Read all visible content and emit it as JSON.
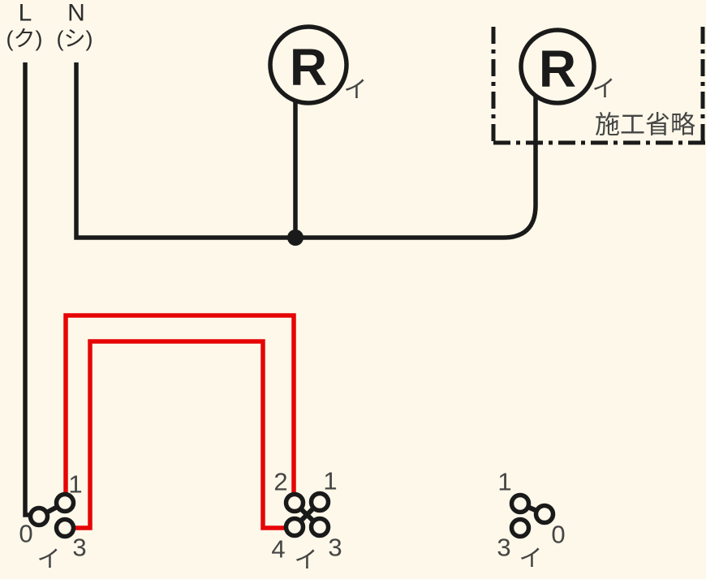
{
  "colors": {
    "background": "#fdf8e9",
    "wire_black": "#1a1a1a",
    "wire_red": "#e60505",
    "text_dark": "#2e2e2e",
    "text_gray": "#454545"
  },
  "power_source": {
    "live_label": "L",
    "live_phase": "(ク)",
    "neutral_label": "N",
    "neutral_phase": "(シ)"
  },
  "lamps": {
    "left": {
      "symbol": "R",
      "circuit": "イ"
    },
    "right": {
      "symbol": "R",
      "circuit": "イ"
    }
  },
  "omission_box": {
    "label": "施工省略"
  },
  "switches": {
    "three_way_left": {
      "t1": "1",
      "t0": "0",
      "t3": "3",
      "circuit": "イ"
    },
    "four_way": {
      "t2": "2",
      "t1": "1",
      "t4": "4",
      "t3": "3",
      "circuit": "イ"
    },
    "three_way_right": {
      "t1": "1",
      "t0": "0",
      "t3": "3",
      "circuit": "イ"
    }
  }
}
